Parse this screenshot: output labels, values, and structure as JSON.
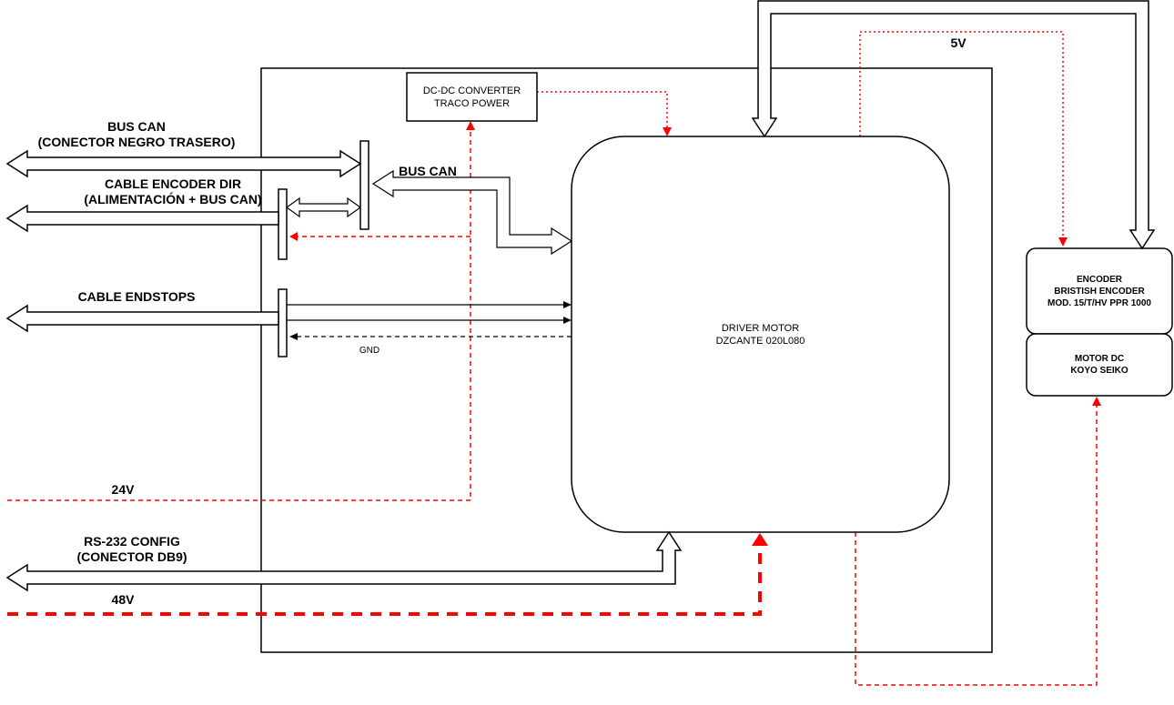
{
  "diagram": {
    "labels": {
      "bus_can_rear_1": "BUS CAN",
      "bus_can_rear_2": "(CONECTOR NEGRO TRASERO)",
      "cable_encoder_dir_1": "CABLE ENCODER DIR",
      "cable_encoder_dir_2": "(ALIMENTACIÓN + BUS CAN)",
      "bus_can_mid": "BUS CAN",
      "cable_endstops": "CABLE ENDSTOPS",
      "gnd": "GND",
      "v24": "24V",
      "rs232_1": "RS-232 CONFIG",
      "rs232_2": "(CONECTOR DB9)",
      "v48": "48V",
      "v5": "5V"
    },
    "boxes": {
      "dcdc": {
        "line1": "DC-DC CONVERTER",
        "line2": "TRACO POWER"
      },
      "driver": {
        "line1": "DRIVER MOTOR",
        "line2": "DZCANTE 020L080"
      },
      "encoder": {
        "line1": "ENCODER",
        "line2": "BRISTISH ENCODER",
        "line3": "MOD. 15/T/HV PPR 1000"
      },
      "motor": {
        "line1": "MOTOR DC",
        "line2": "KOYO SEIKO"
      }
    },
    "colors": {
      "line_black": "#000000",
      "line_red": "#ff0000",
      "background": "#ffffff"
    }
  }
}
